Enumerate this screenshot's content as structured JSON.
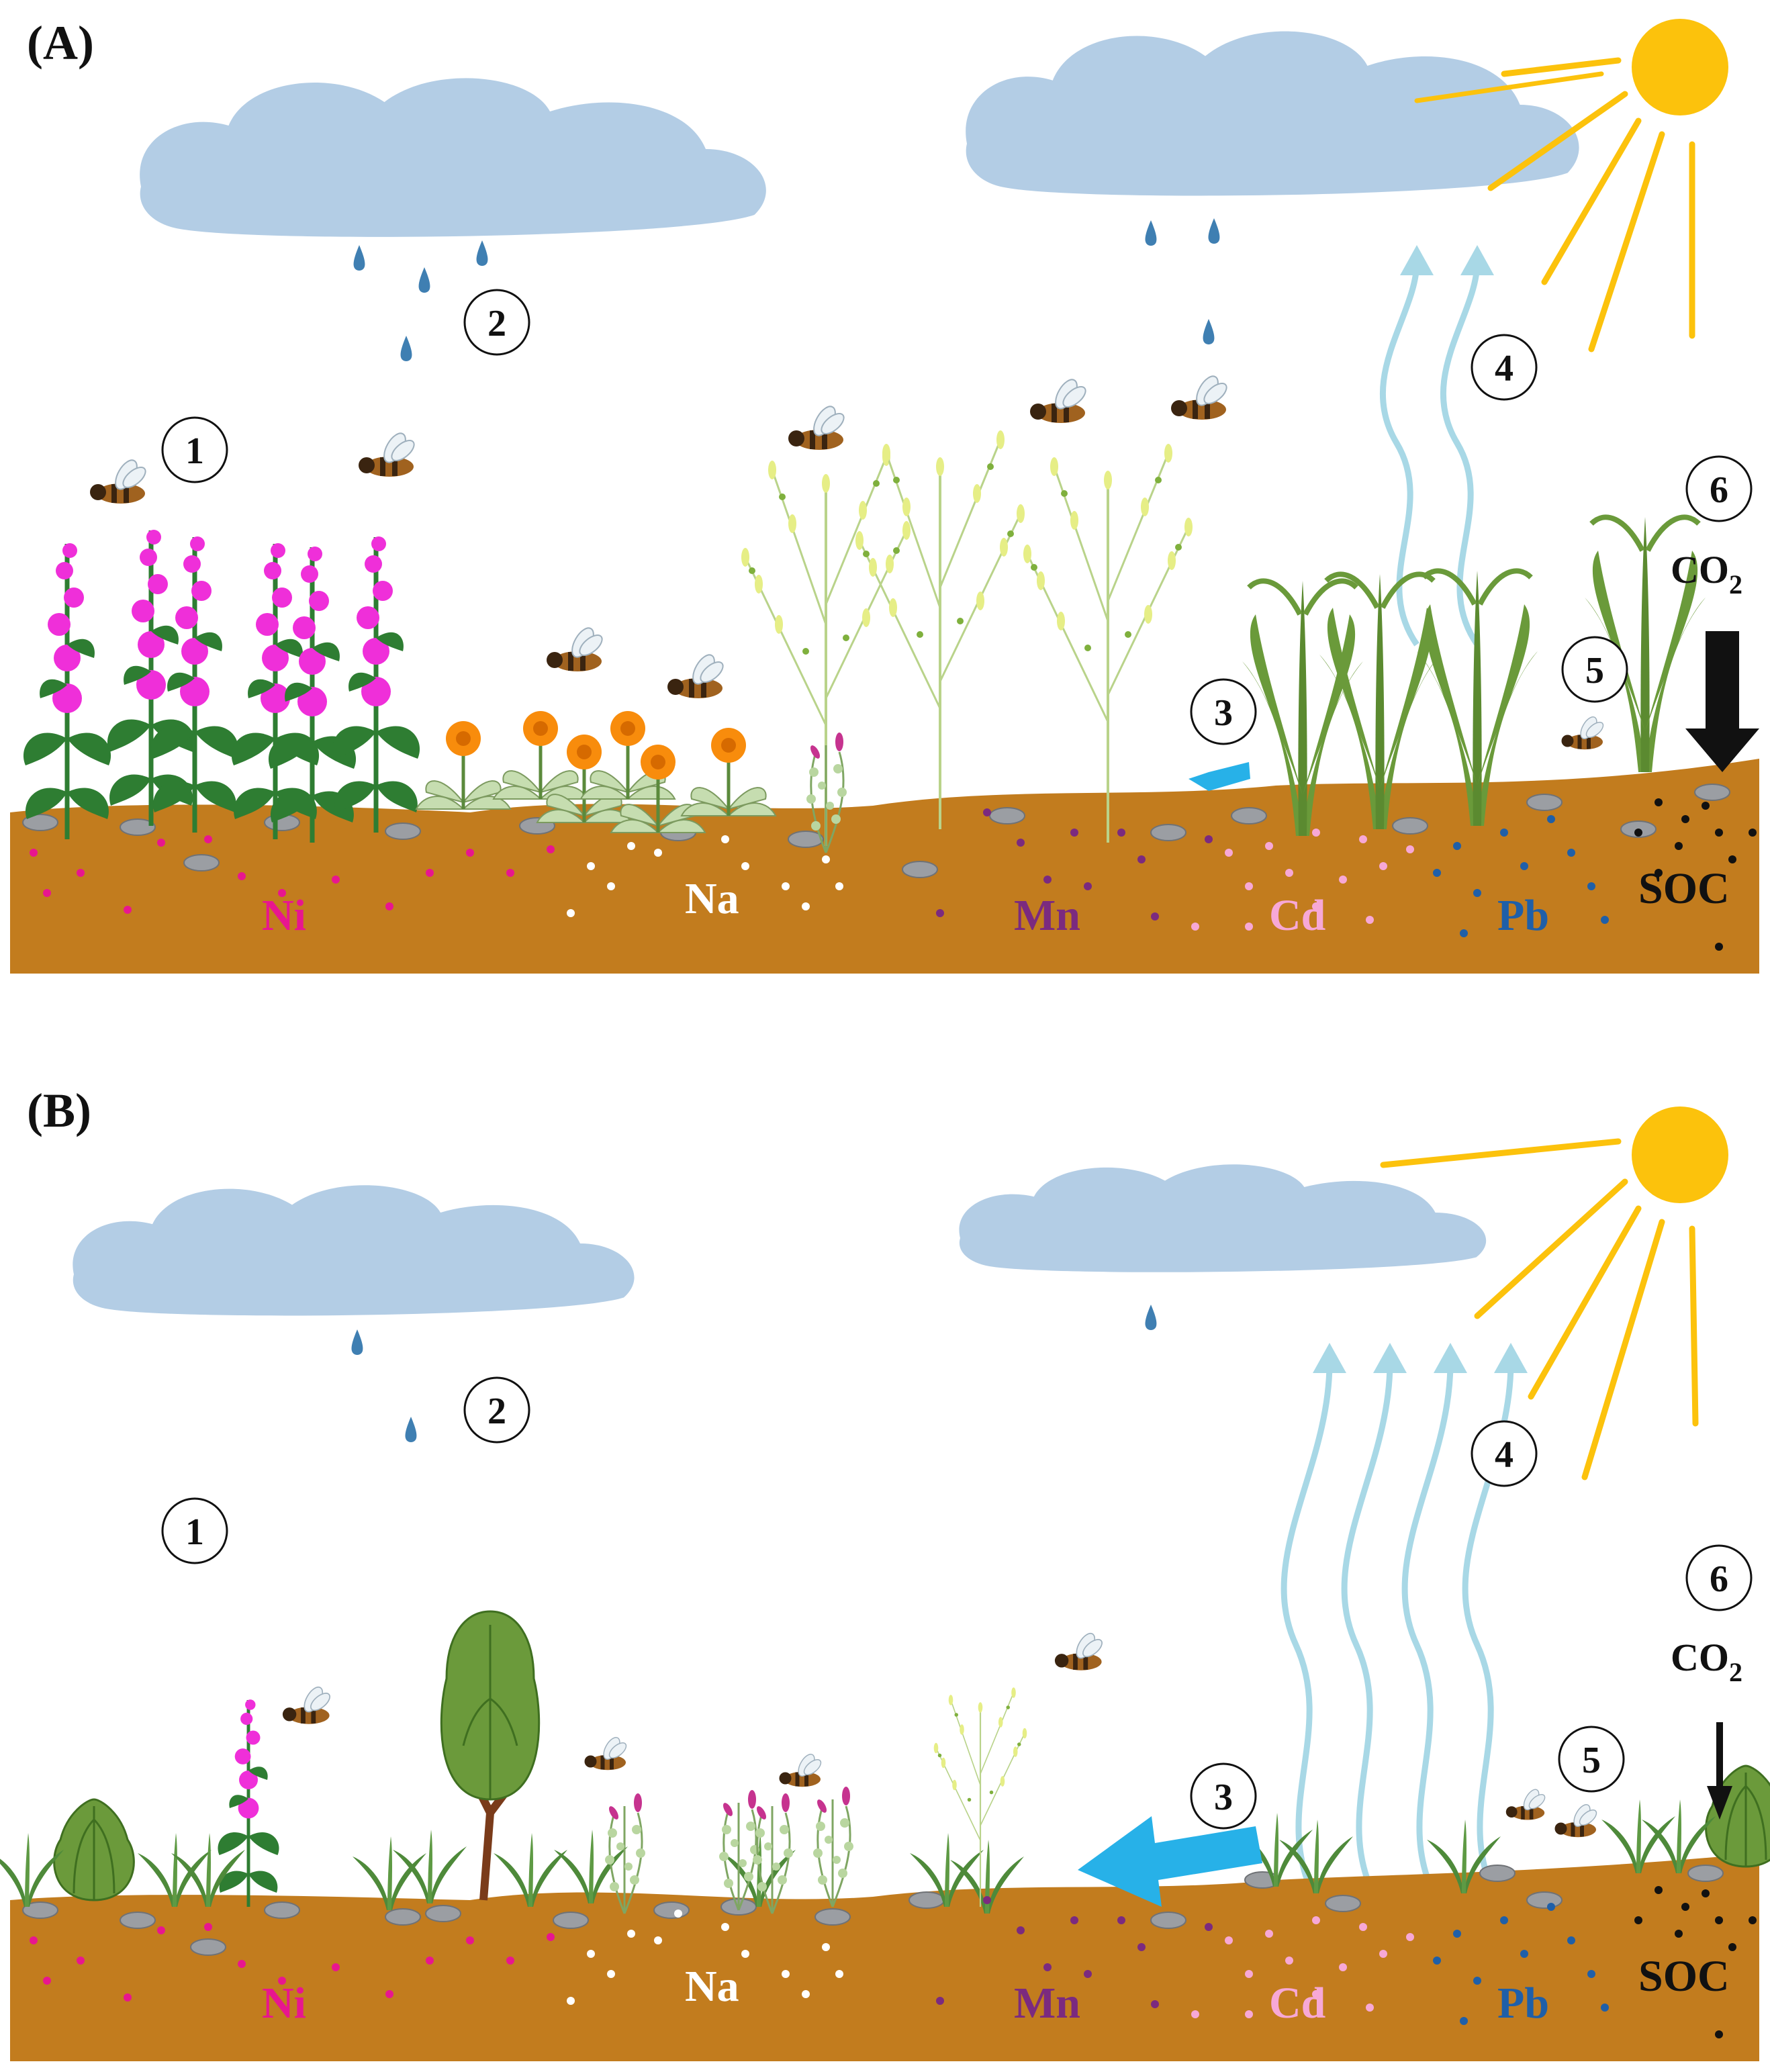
{
  "panels": [
    {
      "label": "(A)",
      "markers": [
        "1",
        "2",
        "3",
        "4",
        "5",
        "6"
      ],
      "gas": "CO",
      "gas_subscript": "2",
      "elements": [
        {
          "symbol": "Ni",
          "color": "#e8168f"
        },
        {
          "symbol": "Na",
          "color": "#ffffff"
        },
        {
          "symbol": "Mn",
          "color": "#7b2a7f"
        },
        {
          "symbol": "Cd",
          "color": "#f7a8d6"
        },
        {
          "symbol": "Pb",
          "color": "#1f5fa8"
        },
        {
          "symbol": "SOC",
          "color": "#111111"
        }
      ]
    },
    {
      "label": "(B)",
      "markers": [
        "1",
        "2",
        "3",
        "4",
        "5",
        "6"
      ],
      "gas": "CO",
      "gas_subscript": "2",
      "elements": [
        {
          "symbol": "Ni",
          "color": "#e8168f"
        },
        {
          "symbol": "Na",
          "color": "#ffffff"
        },
        {
          "symbol": "Mn",
          "color": "#7b2a7f"
        },
        {
          "symbol": "Cd",
          "color": "#f7a8d6"
        },
        {
          "symbol": "Pb",
          "color": "#1f5fa8"
        },
        {
          "symbol": "SOC",
          "color": "#111111"
        }
      ]
    }
  ],
  "colors": {
    "soil": "#c27c1e",
    "cloud": "#b3cde5",
    "rain": "#3f7fb2",
    "sun": "#fcc20c",
    "heat_wave": "#a8d8e6",
    "runoff_arrow": "#27b1e8",
    "stone": "#9b9ea3"
  }
}
